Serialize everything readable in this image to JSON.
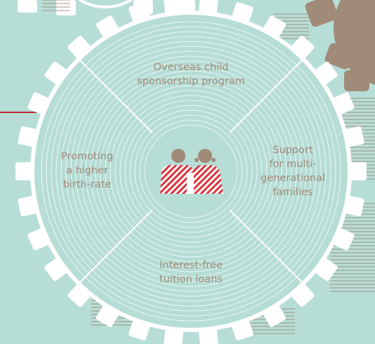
{
  "diagram": {
    "segments": [
      {
        "id": "top",
        "lines": [
          "Overseas child",
          "sponsorship program"
        ]
      },
      {
        "id": "left",
        "lines": [
          "Promoting",
          "a higher",
          "birth-rate"
        ]
      },
      {
        "id": "right",
        "lines": [
          "Support",
          "for multi-",
          "generational",
          "families"
        ]
      },
      {
        "id": "bottom",
        "lines": [
          "Interest-free",
          "tuition loans"
        ]
      }
    ],
    "center_icon": "family-icon"
  },
  "colors": {
    "background": "#b6ddd6",
    "wheel_fill": "#b6ddd6",
    "gear_teeth": "#ffffff",
    "ring_lines": "#ffffff",
    "text": "#a08a78",
    "icon_red": "#d9363e",
    "icon_brown": "#a08a78",
    "corner_gear": "#a08a78",
    "accent_line": "#c0282f"
  }
}
